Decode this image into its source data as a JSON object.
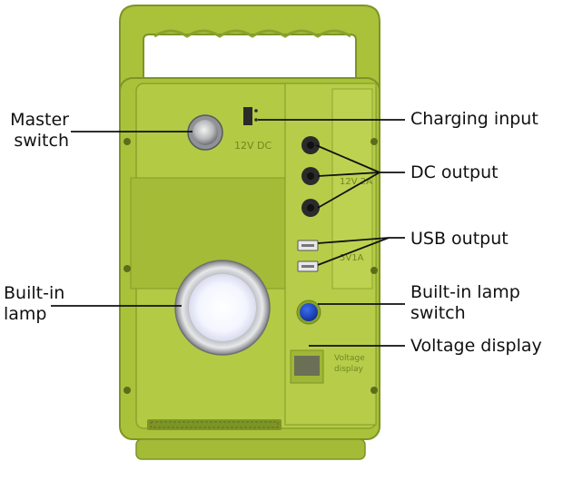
{
  "colors": {
    "body": "#a9c23a",
    "body_light": "#c4d85a",
    "body_dark": "#7d9426",
    "line": "#111111",
    "lamp_switch": "#1f4fc8"
  },
  "callouts": {
    "master_switch": [
      "Master",
      "switch"
    ],
    "built_in_lamp": [
      "Built-in",
      "lamp"
    ],
    "charging_input": [
      "Charging input"
    ],
    "dc_output": [
      "DC output"
    ],
    "usb_output": [
      "USB output"
    ],
    "built_in_lamp_switch": [
      "Built-in lamp",
      "switch"
    ],
    "voltage_display": [
      "Voltage display"
    ]
  },
  "device_markings": {
    "charging_rating": "12V DC",
    "dc_rating": "12V 2A",
    "usb_rating": "5V1A",
    "voltage_display": [
      "Voltage",
      "display"
    ]
  }
}
